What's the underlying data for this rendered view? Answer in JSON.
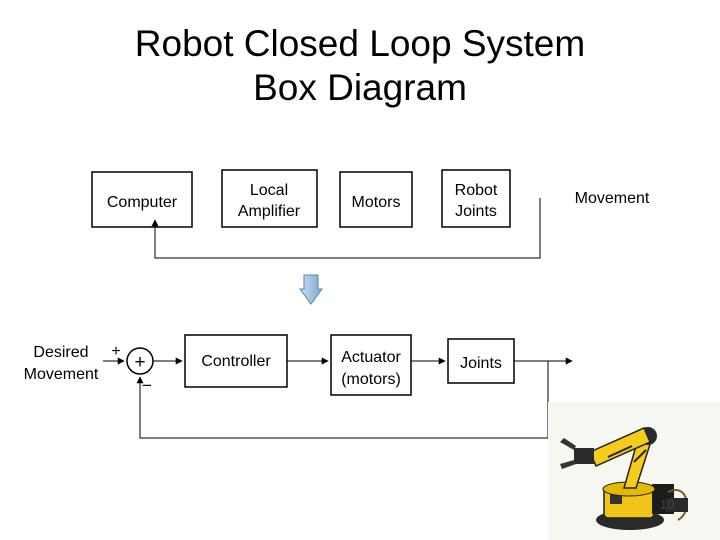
{
  "title_line1": "Robot Closed Loop System",
  "title_line2": "Box Diagram",
  "top_row": {
    "computer": "Computer",
    "amplifier_line1": "Local",
    "amplifier_line2": "Amplifier",
    "motors": "Motors",
    "joints_line1": "Robot",
    "joints_line2": "Joints",
    "output": "Movement"
  },
  "bottom_row": {
    "input_line1": "Desired",
    "input_line2": "Movement",
    "plus_sign": "+",
    "junction_plus": "+",
    "minus_sign": "−",
    "controller": "Controller",
    "actuator_line1": "Actuator",
    "actuator_line2": "(motors)",
    "joints": "Joints"
  },
  "transform_arrow_color": "#9ec4e0",
  "page_number": "10"
}
